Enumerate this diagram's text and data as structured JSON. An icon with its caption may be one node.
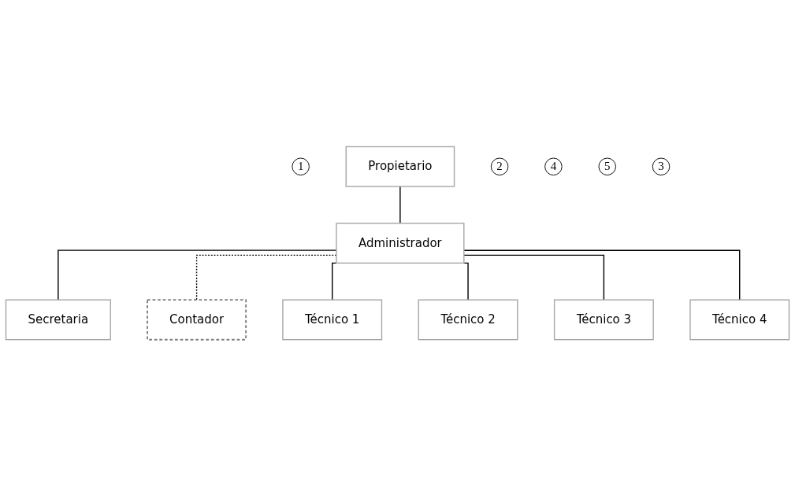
{
  "diagram": {
    "nodes": [
      {
        "text": [
          "1"
        ]
      },
      {
        "text": [
          "Propietario"
        ]
      },
      {
        "text": [
          "2"
        ]
      },
      {
        "text": [
          "Administrador"
        ]
      },
      {
        "text": [
          "4"
        ]
      },
      {
        "text": [
          "Secretaria"
        ]
      },
      {
        "text": [
          "5"
        ]
      },
      {
        "text": [
          "Contador"
        ]
      },
      {
        "text": [
          "3"
        ]
      },
      {
        "text": [
          "Técnico 1"
        ]
      },
      {
        "text": [
          "Técnico 2"
        ]
      },
      {
        "text": [
          "Técnico 3"
        ]
      },
      {
        "text": [
          "Técnico 4"
        ]
      }
    ],
    "edges": [
      {
        "from": 1,
        "to": 3,
        "arrow": "none"
      },
      {
        "from": 3,
        "to": 5,
        "arrow": "none"
      },
      {
        "from": 3,
        "to": 7,
        "arrow": "none",
        "style": "dashed"
      },
      {
        "from": 3,
        "to": 9,
        "arrow": "none"
      },
      {
        "from": 3,
        "to": 10,
        "arrow": "none"
      },
      {
        "from": 3,
        "to": 11,
        "arrow": "none"
      },
      {
        "from": 3,
        "to": 12,
        "arrow": "none"
      }
    ]
  }
}
